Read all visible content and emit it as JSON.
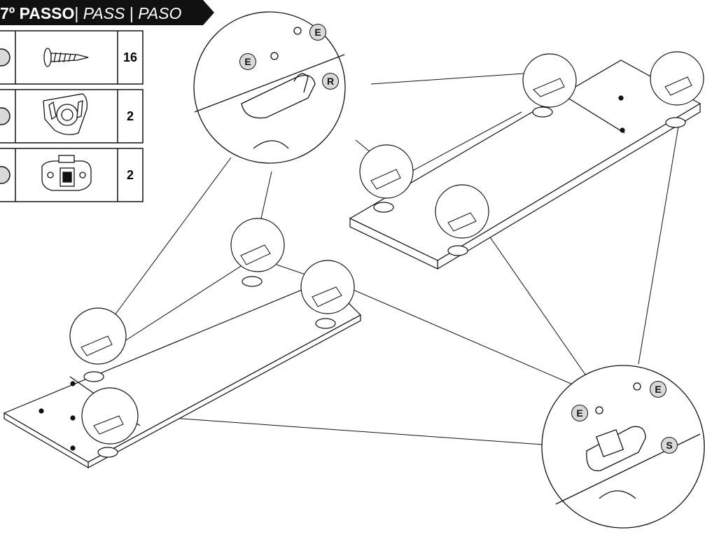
{
  "header": {
    "step": "7º PASSO",
    "sep1": "|",
    "en": " PASS ",
    "sep2": "|",
    "es": " PASO"
  },
  "parts": [
    {
      "icon": "screw-icon",
      "qty": "16"
    },
    {
      "icon": "hinge-base-icon",
      "qty": "2"
    },
    {
      "icon": "latch-plate-icon",
      "qty": "2"
    }
  ],
  "callouts": {
    "top_e1": "E",
    "top_e2": "E",
    "top_r": "R",
    "bottom_e1": "E",
    "bottom_e2": "E",
    "bottom_s": "S"
  }
}
